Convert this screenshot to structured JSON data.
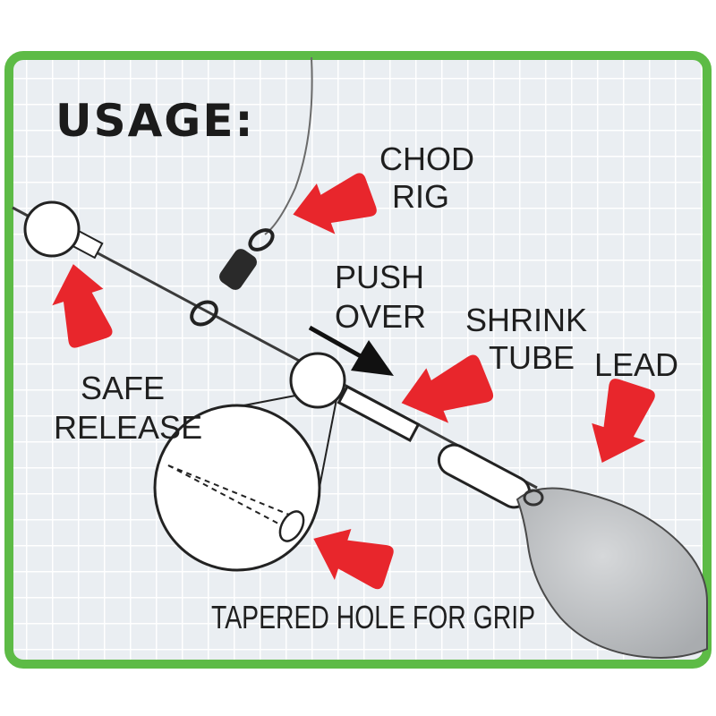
{
  "title": "USAGE:",
  "labels": {
    "chod_rig": [
      "CHOD",
      "RIG"
    ],
    "push_over": [
      "PUSH",
      "OVER"
    ],
    "shrink_tube": [
      "SHRINK",
      "TUBE"
    ],
    "lead": "LEAD",
    "safe_release": [
      "SAFE",
      "RELEASE"
    ],
    "tapered_hole": "TAPERED HOLE FOR GRIP"
  },
  "colors": {
    "frame": "#5dbb46",
    "grid_background": "#eaeef2",
    "grid_lines": "#ffffff",
    "arrow": "#e8262c",
    "lead": "#b9bcbf",
    "ink": "#1f1f1f"
  }
}
